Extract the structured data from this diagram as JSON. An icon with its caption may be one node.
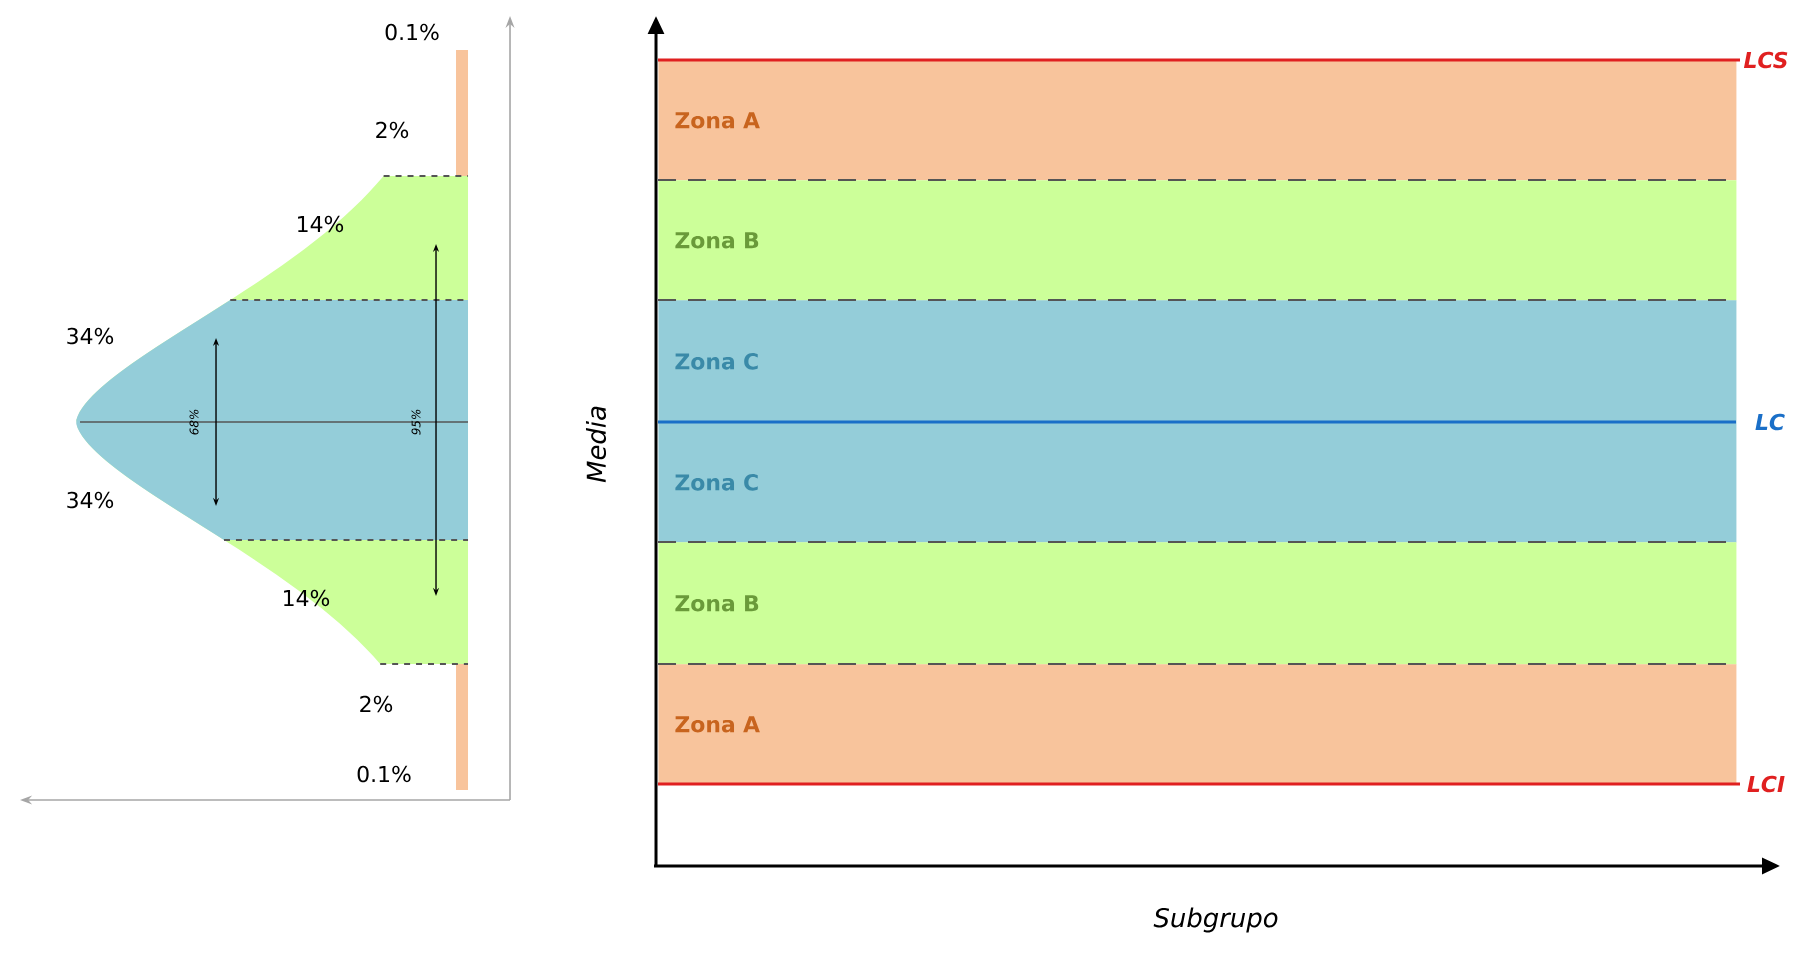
{
  "diagram": {
    "nodes": [
      {
        "text": [
          "Zona A"
        ]
      },
      {
        "text": [
          "Zona B"
        ]
      },
      {
        "text": [
          "Zona C"
        ]
      },
      {
        "text": [
          "Zona C"
        ]
      },
      {
        "text": [
          "Zona B"
        ]
      },
      {
        "text": [
          "Zona A"
        ]
      }
    ],
    "edges": [],
    "labels": [
      "0.1%",
      "LCS",
      "2%",
      "14%",
      "34%",
      "68%",
      "95%",
      "LC",
      "34%",
      "14%",
      "2%",
      "0.1%",
      "LCI",
      "Media",
      "Subgrupo"
    ]
  }
}
